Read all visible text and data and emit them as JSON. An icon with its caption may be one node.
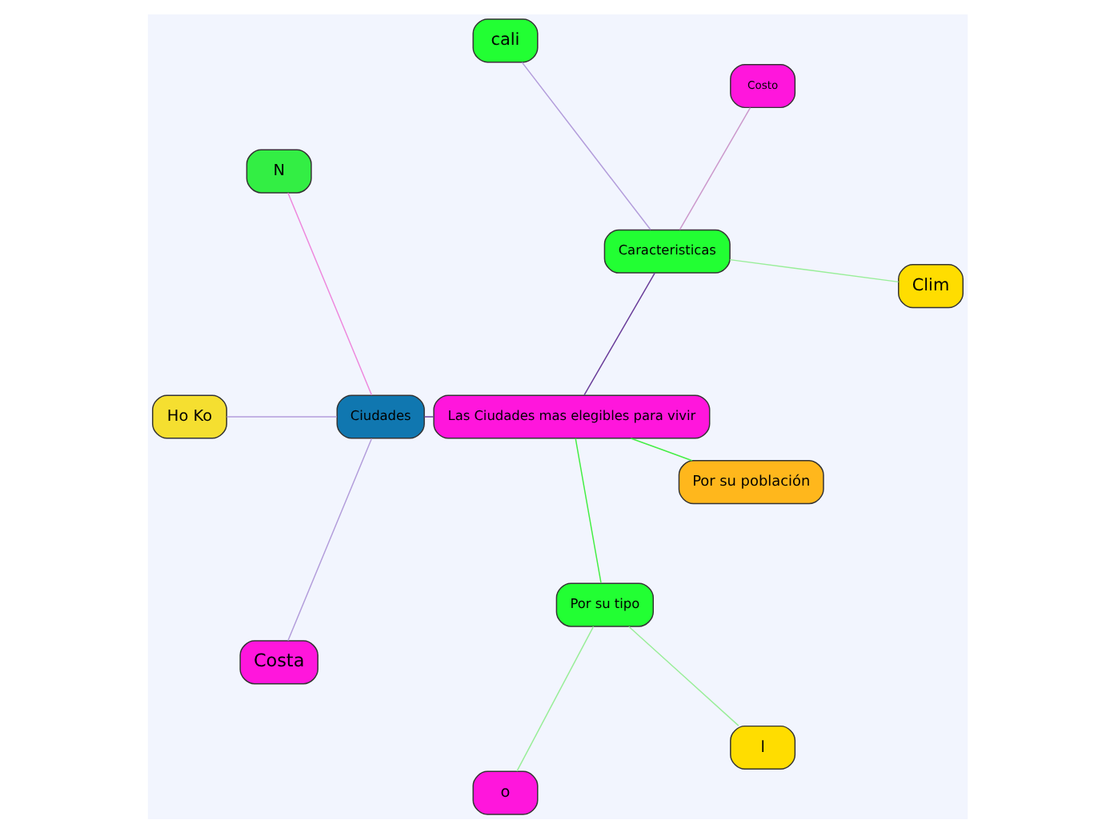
{
  "diagram": {
    "nodes": [
      {
        "text": [
          "Las Ciudades mas elegibles para vivir"
        ]
      },
      {
        "text": [
          "Caracteristicas"
        ]
      },
      {
        "text": [
          "Clim"
        ]
      },
      {
        "text": [
          "Costo"
        ]
      },
      {
        "text": [
          "cali"
        ]
      },
      {
        "text": [
          "Ciudades"
        ]
      },
      {
        "text": [
          "N"
        ]
      },
      {
        "text": [
          "Ho Ko"
        ]
      },
      {
        "text": [
          "Costa"
        ]
      },
      {
        "text": [
          "Por su tipo"
        ]
      },
      {
        "text": [
          "o"
        ]
      },
      {
        "text": [
          "l"
        ]
      },
      {
        "text": [
          "Por su población"
        ]
      }
    ],
    "edges": [
      {
        "from": 0,
        "to": 1,
        "arrow": "none",
        "color": "#6a3d9a"
      },
      {
        "from": 1,
        "to": 2,
        "arrow": "none",
        "color": "#99ee99"
      },
      {
        "from": 1,
        "to": 3,
        "arrow": "none",
        "color": "#cc99cc"
      },
      {
        "from": 1,
        "to": 4,
        "arrow": "none",
        "color": "#b39ddb"
      },
      {
        "from": 0,
        "to": 5,
        "arrow": "none",
        "color": "#6a3d9a"
      },
      {
        "from": 5,
        "to": 6,
        "arrow": "none",
        "color": "#ee88dd"
      },
      {
        "from": 5,
        "to": 7,
        "arrow": "none",
        "color": "#b39ddb"
      },
      {
        "from": 5,
        "to": 8,
        "arrow": "none",
        "color": "#b39ddb"
      },
      {
        "from": 0,
        "to": 9,
        "arrow": "none",
        "color": "#44ee44"
      },
      {
        "from": 9,
        "to": 10,
        "arrow": "none",
        "color": "#99ee99"
      },
      {
        "from": 9,
        "to": 11,
        "arrow": "none",
        "color": "#99ee99"
      },
      {
        "from": 0,
        "to": 12,
        "arrow": "none",
        "color": "#44ee44"
      }
    ]
  }
}
